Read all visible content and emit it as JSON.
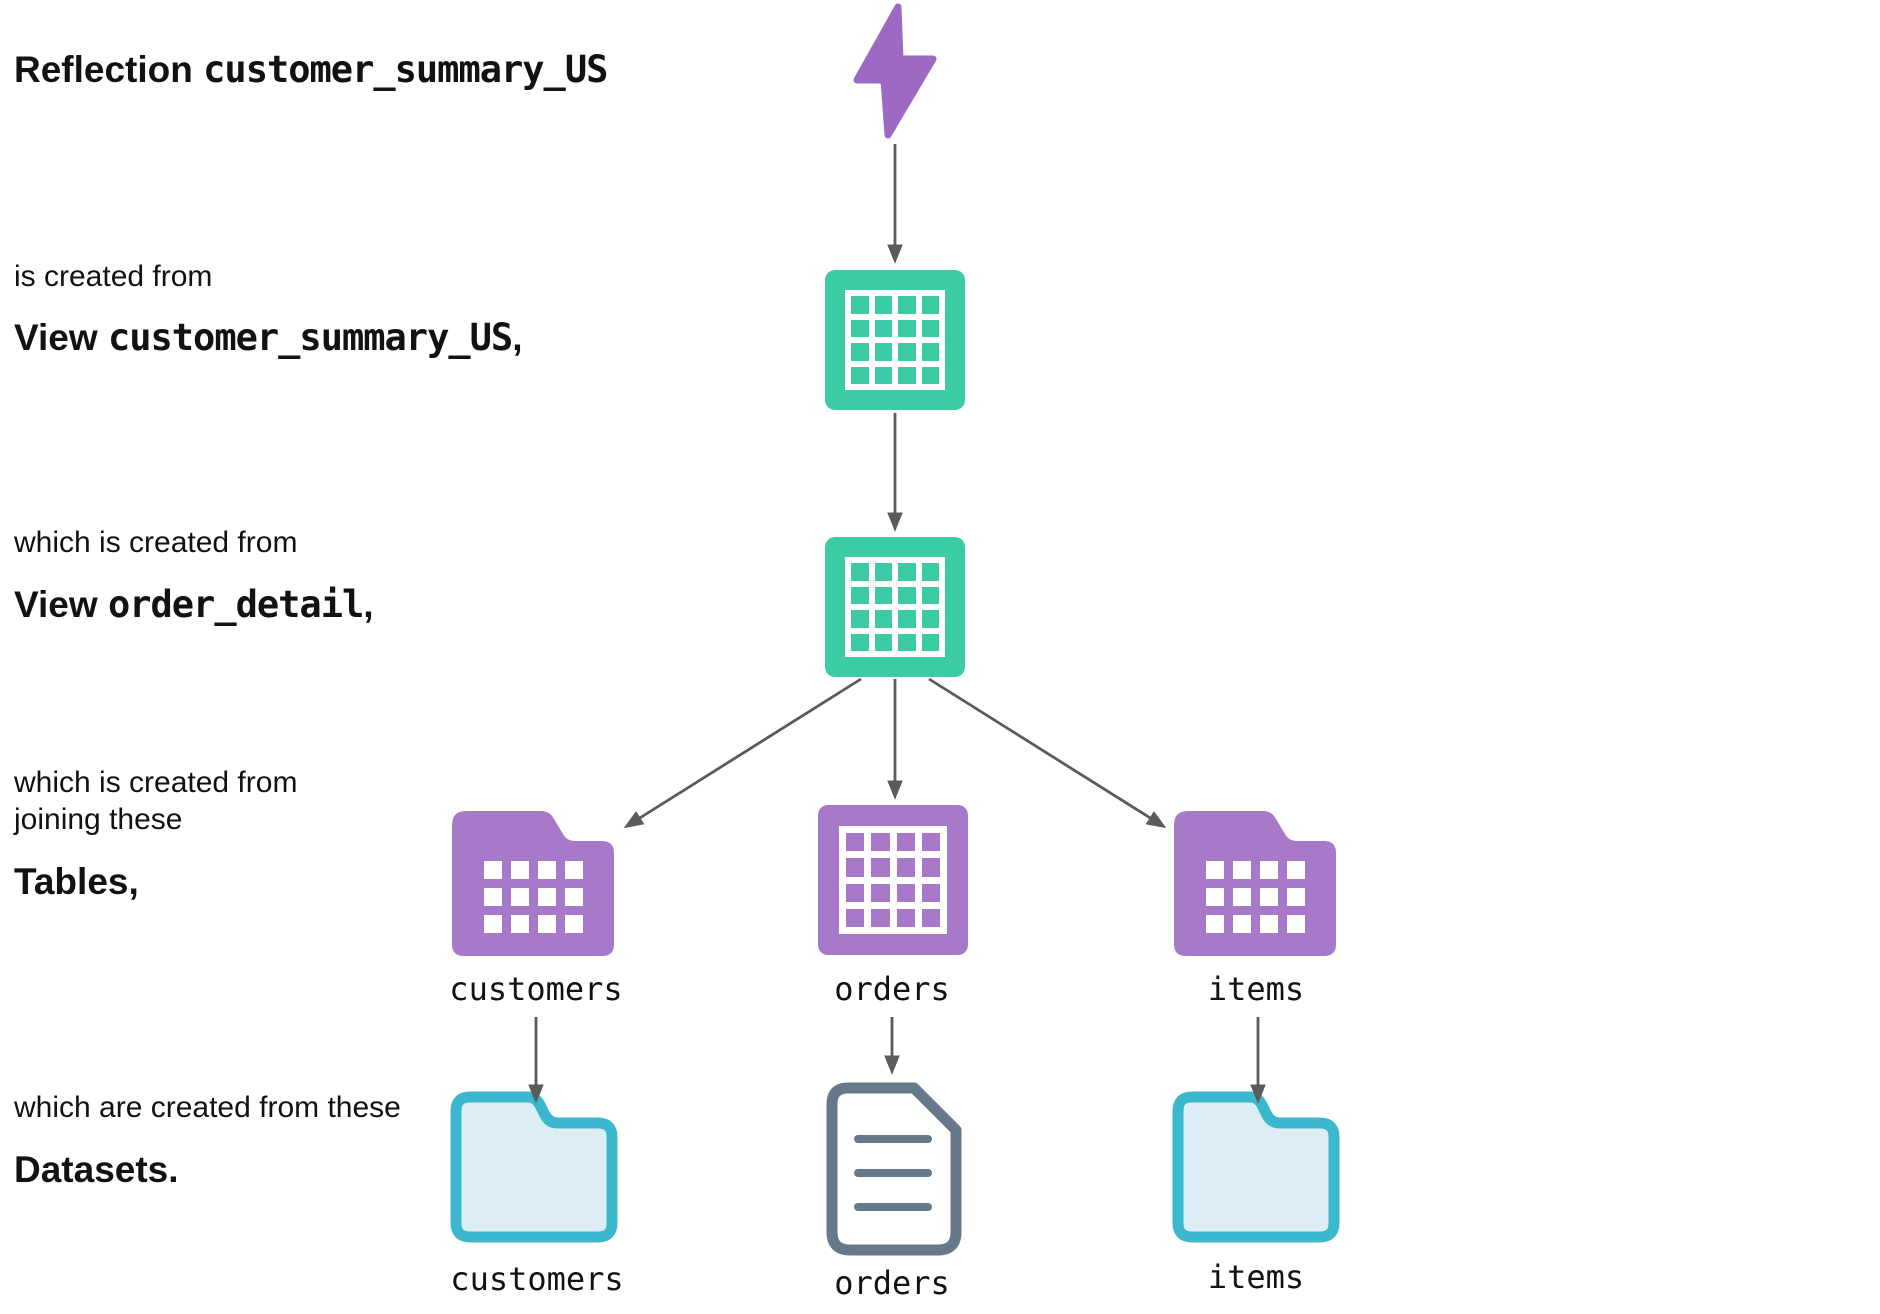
{
  "title": {
    "prefix": "Reflection ",
    "name": "customer_summary_US"
  },
  "captions": [
    {
      "lead": "is created from",
      "strong_prefix": "View ",
      "strong_name": "customer_summary_US",
      "strong_suffix": ","
    },
    {
      "lead": "which is created from",
      "strong_prefix": "View ",
      "strong_name": "order_detail",
      "strong_suffix": ","
    },
    {
      "lead": "which is created from\njoining these",
      "strong_prefix": "Tables,",
      "strong_name": "",
      "strong_suffix": ""
    },
    {
      "lead": "which are created from these",
      "strong_prefix": "Datasets.",
      "strong_name": "",
      "strong_suffix": ""
    }
  ],
  "tables": [
    {
      "label": "customers",
      "icon": "folder-grid-icon"
    },
    {
      "label": "orders",
      "icon": "table-grid-icon"
    },
    {
      "label": "items",
      "icon": "folder-grid-icon"
    }
  ],
  "datasets": [
    {
      "label": "customers",
      "icon": "folder-icon"
    },
    {
      "label": "orders",
      "icon": "document-icon"
    },
    {
      "label": "items",
      "icon": "folder-icon"
    }
  ],
  "icons": {
    "reflection": "lightning-bolt-icon",
    "view": "table-grid-icon"
  },
  "colors": {
    "teal": "#3CCBA4",
    "purple": "#A878C9",
    "bolt_purple": "#9D69C3",
    "cyan": "#3CB8CE",
    "light_blue": "#DCEDF3",
    "slate": "#67788A",
    "arrow_gray": "#5B5B5E",
    "text": "#121212"
  }
}
